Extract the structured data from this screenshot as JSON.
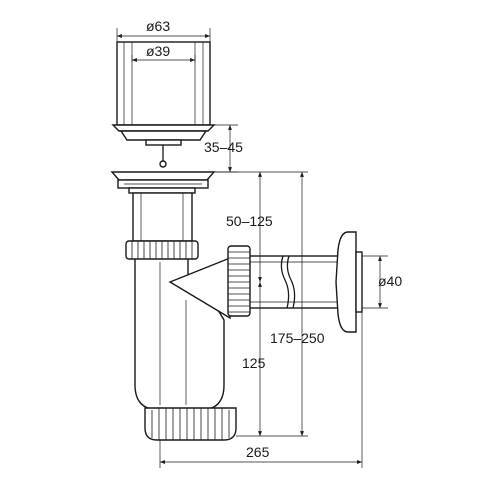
{
  "diagram": {
    "colors": {
      "line": "#1a1a1a",
      "background": "#ffffff"
    },
    "dimensions": {
      "d63": "ø63",
      "d39": "ø39",
      "h35_45": "35–45",
      "h50_125": "50–125",
      "d40": "ø40",
      "l175_250": "175–250",
      "h125": "125",
      "w265": "265"
    }
  }
}
